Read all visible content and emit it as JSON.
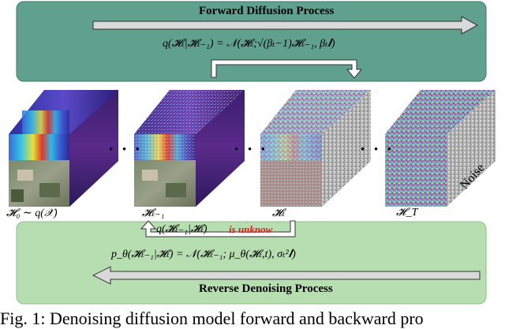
{
  "forward": {
    "title": "Forward Diffusion Process",
    "equation": "q(𝓗ₜ|𝓗ₜ₋₁) = 𝒩(𝓗ₜ;√(βₜ−1)𝓗ₜ₋₁, βₜ𝑰)",
    "panel_color": "#5fa18c"
  },
  "reverse": {
    "title": "Reverse Denoising Process",
    "equation": "p_θ(𝓗ₜ₋₁|𝓗ₜ) = 𝒩(𝓗ₜ₋₁; μ_θ(𝓗ₜ,t), σₜ²𝑰)",
    "panel_color": "#b7deb0"
  },
  "unknown": {
    "posterior": "q(𝓗ₜ₋₁|𝓗ₜ)",
    "note": "is unknow"
  },
  "cubes": [
    {
      "label": "𝓗₀ ∼ q(𝒳)"
    },
    {
      "label": "𝓗ₜ₋₁"
    },
    {
      "label": "𝓗ₜ"
    },
    {
      "label": "𝓗_T",
      "side_text": "Noise"
    }
  ],
  "ellipsis": "· · ·",
  "caption": "Fig. 1: Denoising diffusion model forward and backward pro"
}
